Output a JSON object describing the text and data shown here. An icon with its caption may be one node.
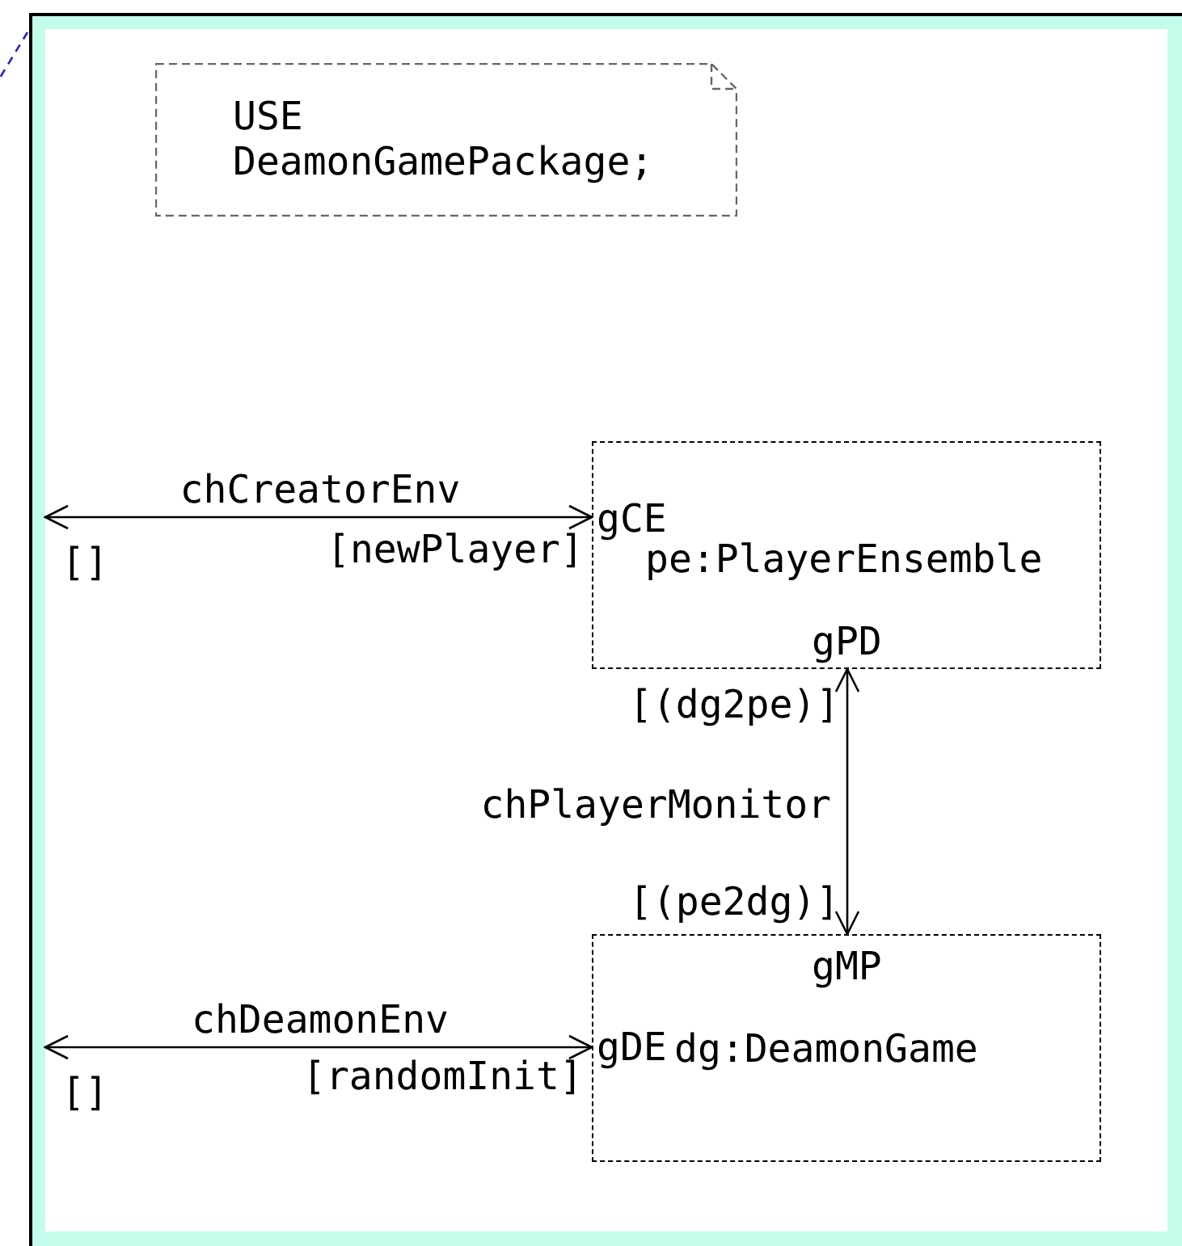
{
  "diagram": {
    "nodes": [
      {
        "text": [
          "USE DeamonGamePackage;"
        ]
      },
      {
        "text": [
          "pe:PlayerEnsemble"
        ]
      },
      {
        "text": [
          "dg:DeamonGame"
        ]
      }
    ],
    "edges": [
      {
        "from": null,
        "to": 1,
        "arrow": "both",
        "label": "chCreatorEnv"
      },
      {
        "from": 1,
        "to": 2,
        "arrow": "both",
        "label": "chPlayerMonitor"
      },
      {
        "from": null,
        "to": 2,
        "arrow": "both",
        "label": "chDeamonEnv"
      }
    ],
    "labels": [
      "gCE",
      "[]",
      "[newPlayer]",
      "gPD",
      "[(dg2pe)]",
      "[(pe2dg)]",
      "gMP",
      "gDE",
      "[]",
      "[randomInit]"
    ]
  }
}
